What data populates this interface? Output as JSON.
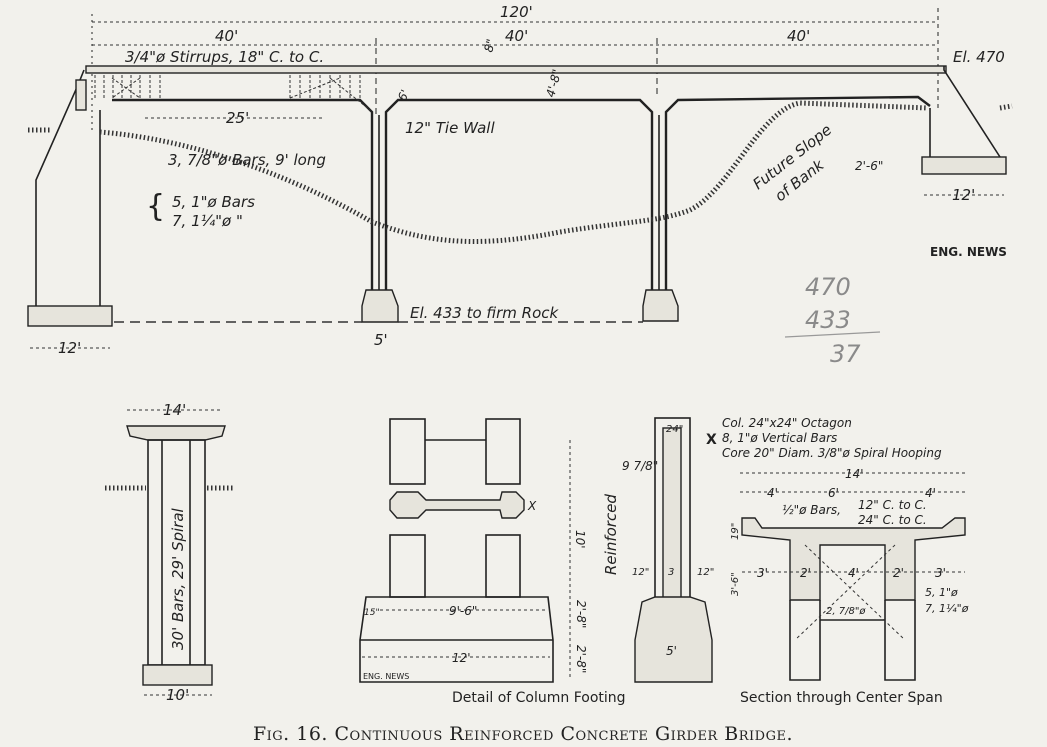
{
  "elevation": {
    "dim_total": "120'",
    "dim_span_1": "40'",
    "dim_span_2": "40'",
    "dim_span_3": "40'",
    "stirrups": "3/4\"ø Stirrups, 18\" C. to C.",
    "dim_slab": "8\"",
    "dim_girder": "4'-8\"",
    "dim_haunch": "6'",
    "elevation_top": "El. 470",
    "dim_25": "25'",
    "tie_wall": "12\" Tie Wall",
    "bars_short": "3, 7/8\"ø Bars, 9' long",
    "bars_main_1": "5, 1\"ø Bars",
    "bars_main_2": "7, 1¼\"ø  \"",
    "future_slope_1": "Future Slope",
    "future_slope_2": "of Bank",
    "dim_footing_height": "2'-6\"",
    "dim_right_footing": "12'",
    "credit": "ENG. NEWS",
    "elevation_rock": "El. 433   to firm Rock",
    "dim_left_footing": "12'",
    "dim_pier_footing": "5'"
  },
  "pencil_notes": [
    "470",
    "433",
    "37"
  ],
  "pier_elevation": {
    "dim_top": "14'",
    "bars": "30' Bars, 29' Spiral",
    "dim_bottom": "10'"
  },
  "footing_detail": {
    "dim_height": "10'",
    "dim_top_width": "9'-6\"",
    "dim_offset": "15\"",
    "dim_step_1": "2'-8\"",
    "dim_step_2": "2'-8\"",
    "dim_base": "12'",
    "credit": "ENG. NEWS",
    "title": "Detail of Column Footing",
    "reinforced": "Reinforced",
    "dim_col": "9 7/8\"",
    "dim_24": "24\"",
    "dim_left": "12\"",
    "dim_mid": "3",
    "dim_right": "12\"",
    "dim_base_5": "5'",
    "marker": "X",
    "note_1": "Col. 24\"x24\" Octagon",
    "note_2": "8, 1\"ø Vertical Bars",
    "note_3": "Core 20\" Diam. 3/8\"ø Spiral Hooping"
  },
  "section": {
    "dim_total": "14'",
    "dim_a": "4'",
    "dim_b": "6'",
    "dim_c": "4'",
    "bars_1": "½\"ø Bars,",
    "bars_2": "12\" C. to C.",
    "bars_3": "24\" C. to C.",
    "dim_19": "19\"",
    "dim_36": "3'-6\"",
    "dim_d": "3'",
    "dim_e": "2'",
    "dim_f": "4'",
    "dim_g": "2'",
    "dim_h": "3'",
    "bars_bottom_1": "5, 1\"ø",
    "bars_bottom_2": "7, 1¼\"ø",
    "bars_diag": "2, 7/8\"ø",
    "title": "Section through Center Span"
  },
  "caption": "Fig. 16.  Continuous Reinforced Concrete Girder Bridge."
}
